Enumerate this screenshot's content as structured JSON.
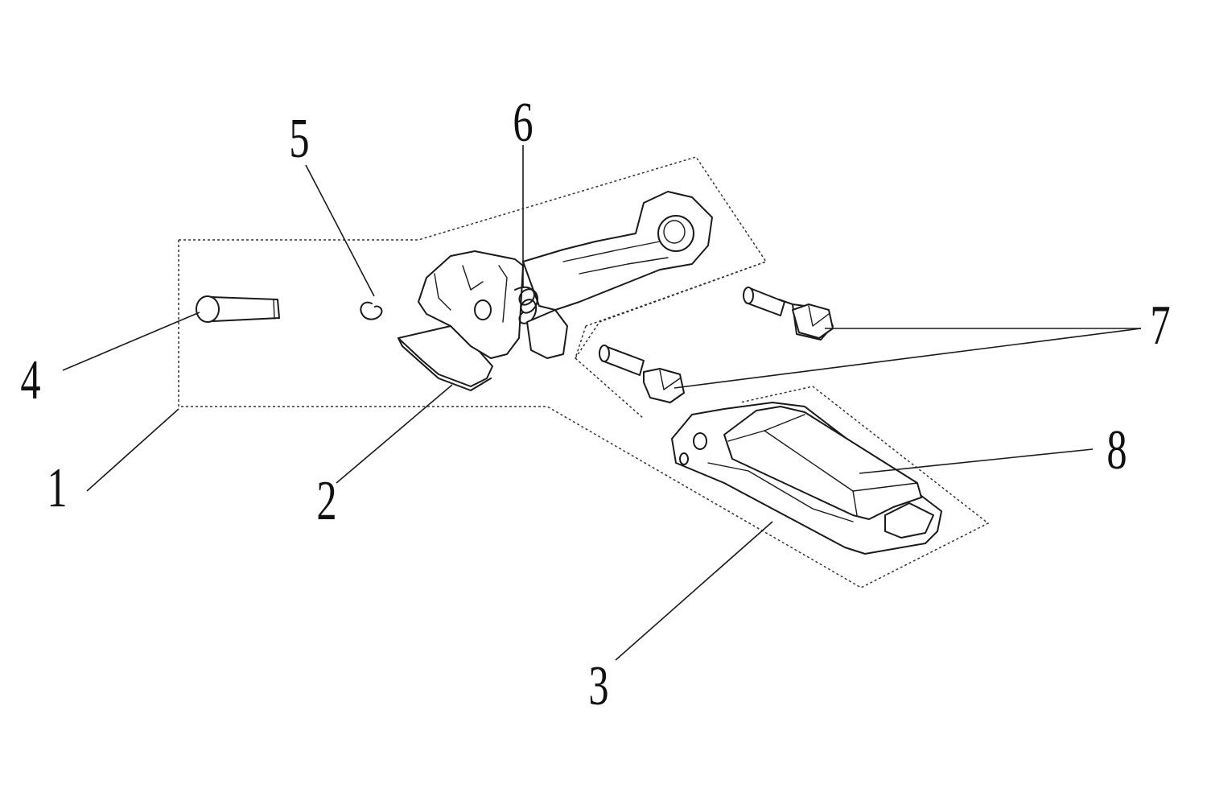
{
  "diagram": {
    "callouts": [
      {
        "id": "1",
        "label": "1"
      },
      {
        "id": "2",
        "label": "2"
      },
      {
        "id": "3",
        "label": "3"
      },
      {
        "id": "4",
        "label": "4"
      },
      {
        "id": "5",
        "label": "5"
      },
      {
        "id": "6",
        "label": "6"
      },
      {
        "id": "7",
        "label": "7"
      },
      {
        "id": "8",
        "label": "8"
      }
    ]
  }
}
